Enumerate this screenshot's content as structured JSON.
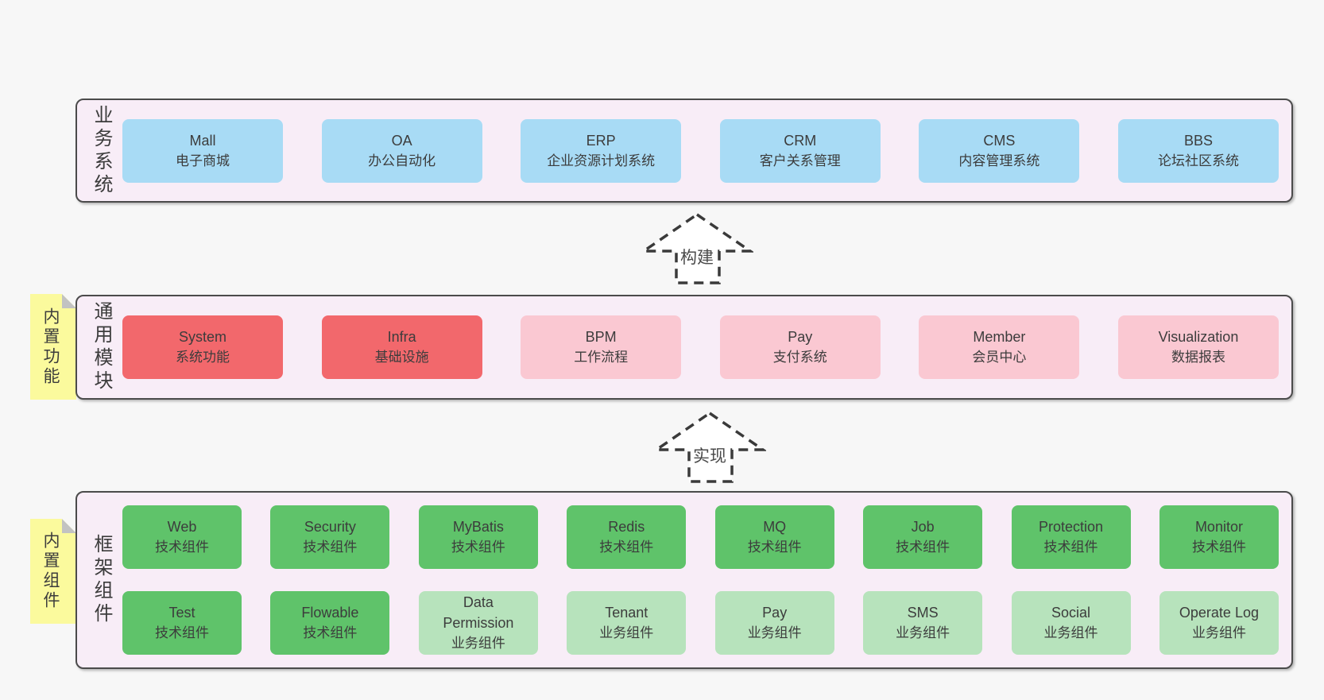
{
  "diagram": {
    "arrows": [
      {
        "label": "构建"
      },
      {
        "label": "实现"
      }
    ],
    "layers": [
      {
        "key": "business-systems",
        "side_label": "业务系统",
        "note_label": null,
        "rows": [
          [
            {
              "title": "Mall",
              "subtitle": "电子商城",
              "style": "blue"
            },
            {
              "title": "OA",
              "subtitle": "办公自动化",
              "style": "blue"
            },
            {
              "title": "ERP",
              "subtitle": "企业资源计划系统",
              "style": "blue"
            },
            {
              "title": "CRM",
              "subtitle": "客户关系管理",
              "style": "blue"
            },
            {
              "title": "CMS",
              "subtitle": "内容管理系统",
              "style": "blue"
            },
            {
              "title": "BBS",
              "subtitle": "论坛社区系统",
              "style": "blue"
            }
          ]
        ]
      },
      {
        "key": "common-modules",
        "side_label": "通用模块",
        "note_label": "内置功能",
        "rows": [
          [
            {
              "title": "System",
              "subtitle": "系统功能",
              "style": "red"
            },
            {
              "title": "Infra",
              "subtitle": "基础设施",
              "style": "red"
            },
            {
              "title": "BPM",
              "subtitle": "工作流程",
              "style": "pink"
            },
            {
              "title": "Pay",
              "subtitle": "支付系统",
              "style": "pink"
            },
            {
              "title": "Member",
              "subtitle": "会员中心",
              "style": "pink"
            },
            {
              "title": "Visualization",
              "subtitle": "数据报表",
              "style": "pink"
            }
          ]
        ]
      },
      {
        "key": "framework-components",
        "side_label": "框架组件",
        "note_label": "内置组件",
        "rows": [
          [
            {
              "title": "Web",
              "subtitle": "技术组件",
              "style": "green"
            },
            {
              "title": "Security",
              "subtitle": "技术组件",
              "style": "green"
            },
            {
              "title": "MyBatis",
              "subtitle": "技术组件",
              "style": "green"
            },
            {
              "title": "Redis",
              "subtitle": "技术组件",
              "style": "green"
            },
            {
              "title": "MQ",
              "subtitle": "技术组件",
              "style": "green"
            },
            {
              "title": "Job",
              "subtitle": "技术组件",
              "style": "green"
            },
            {
              "title": "Protection",
              "subtitle": "技术组件",
              "style": "green"
            },
            {
              "title": "Monitor",
              "subtitle": "技术组件",
              "style": "green"
            }
          ],
          [
            {
              "title": "Test",
              "subtitle": "技术组件",
              "style": "green"
            },
            {
              "title": "Flowable",
              "subtitle": "技术组件",
              "style": "green"
            },
            {
              "title": "Data Permission",
              "subtitle": "业务组件",
              "style": "lightgreen"
            },
            {
              "title": "Tenant",
              "subtitle": "业务组件",
              "style": "lightgreen"
            },
            {
              "title": "Pay",
              "subtitle": "业务组件",
              "style": "lightgreen"
            },
            {
              "title": "SMS",
              "subtitle": "业务组件",
              "style": "lightgreen"
            },
            {
              "title": "Social",
              "subtitle": "业务组件",
              "style": "lightgreen"
            },
            {
              "title": "Operate Log",
              "subtitle": "业务组件",
              "style": "lightgreen"
            }
          ]
        ]
      }
    ],
    "colors": {
      "page_bg": "#f7f7f7",
      "layer_bg": "#f8edf7",
      "layer_border": "#4b4b4b",
      "box_blue": "#a8dbf5",
      "box_red": "#f2686c",
      "box_pink": "#fac8d2",
      "box_green": "#5fc36a",
      "box_lightgreen": "#b7e3bc",
      "note_yellow": "#fbfa9d",
      "note_fold": "#c2c2c2",
      "text_dark": "#3c3c3c",
      "arrow_stroke": "#3a3a3a"
    }
  }
}
